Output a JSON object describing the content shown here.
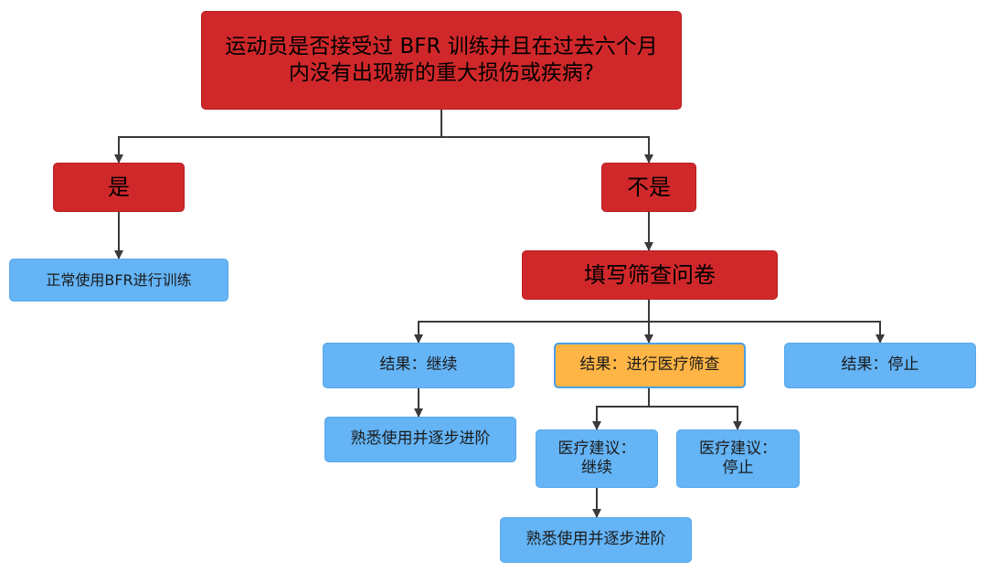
{
  "colors": {
    "decision_fill": "#d0282a",
    "result_fill": "#64b4f6",
    "highlight_fill": "#ffb545",
    "connector": "#3a3a3a"
  },
  "nodes": {
    "question": "运动员是否接受过 BFR 训练并且在过去六个月内没有出现新的重大损伤或疾病?",
    "yes": "是",
    "no": "不是",
    "normal_use": "正常使用BFR进行训练",
    "questionnaire": "填写筛查问卷",
    "result_continue": "结果：继续",
    "result_screening": "结果：进行医疗筛查",
    "result_stop": "结果：停止",
    "familiarize_1": "熟悉使用并逐步进阶",
    "medical_continue": "医疗建议：\n继续",
    "medical_stop": "医疗建议：\n停止",
    "familiarize_2": "熟悉使用并逐步进阶"
  }
}
